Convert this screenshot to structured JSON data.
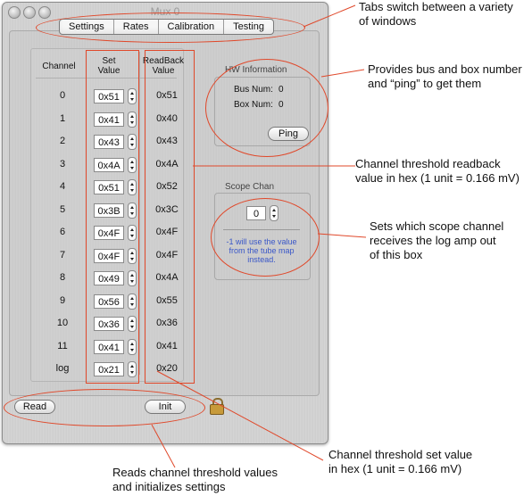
{
  "window": {
    "title": "Mux 0"
  },
  "tabs": [
    "Settings",
    "Rates",
    "Calibration",
    "Testing"
  ],
  "table": {
    "headers": {
      "channel": "Channel",
      "set_line1": "Set",
      "set_line2": "Value",
      "rb_line1": "ReadBack",
      "rb_line2": "Value"
    },
    "rows": [
      {
        "channel": "0",
        "set": "0x51",
        "readback": "0x51"
      },
      {
        "channel": "1",
        "set": "0x41",
        "readback": "0x40"
      },
      {
        "channel": "2",
        "set": "0x43",
        "readback": "0x43"
      },
      {
        "channel": "3",
        "set": "0x4A",
        "readback": "0x4A"
      },
      {
        "channel": "4",
        "set": "0x51",
        "readback": "0x52"
      },
      {
        "channel": "5",
        "set": "0x3B",
        "readback": "0x3C"
      },
      {
        "channel": "6",
        "set": "0x4F",
        "readback": "0x4F"
      },
      {
        "channel": "7",
        "set": "0x4F",
        "readback": "0x4F"
      },
      {
        "channel": "8",
        "set": "0x49",
        "readback": "0x4A"
      },
      {
        "channel": "9",
        "set": "0x56",
        "readback": "0x55"
      },
      {
        "channel": "10",
        "set": "0x36",
        "readback": "0x36"
      },
      {
        "channel": "11",
        "set": "0x41",
        "readback": "0x41"
      },
      {
        "channel": "log",
        "set": "0x21",
        "readback": "0x20"
      }
    ]
  },
  "hw": {
    "title": "HW Information",
    "bus_label": "Bus Num:",
    "bus_value": "0",
    "box_label": "Box Num:",
    "box_value": "0",
    "ping": "Ping"
  },
  "scope": {
    "title": "Scope Chan",
    "value": "0",
    "note": "-1 will use the value from the tube map instead."
  },
  "buttons": {
    "read": "Read",
    "init": "Init"
  },
  "annotations": {
    "tabs_line1": "Tabs switch between a variety",
    "tabs_line2": "of windows",
    "hw_line1": "Provides bus and box number",
    "hw_line2": "and “ping” to get them",
    "rb_line1": "Channel threshold readback",
    "rb_line2": "value in hex (1 unit = 0.166 mV)",
    "scope_line1": "Sets which scope channel",
    "scope_line2": "receives the log amp out",
    "scope_line3": "of this box",
    "set_line1": "Channel threshold set value",
    "set_line2": "in hex (1 unit = 0.166 mV)",
    "read_line1": "Reads channel threshold values",
    "read_line2": "and initializes settings"
  },
  "colors": {
    "annotation": "#e0482a",
    "note": "#3a57c8"
  },
  "icons": [
    "close-icon",
    "minimize-icon",
    "zoom-icon",
    "lock-icon",
    "stepper-icon"
  ]
}
